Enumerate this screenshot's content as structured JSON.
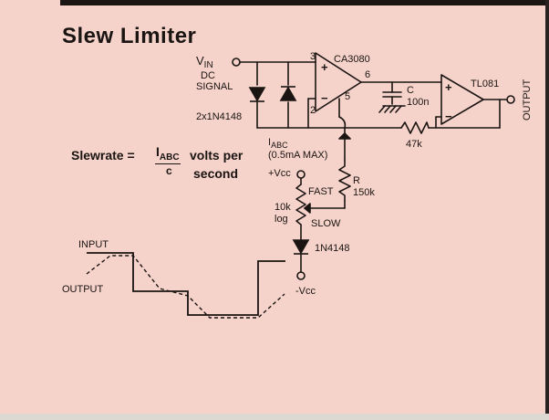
{
  "title": "Slew Limiter",
  "formula": {
    "lhs": "Slewrate =",
    "numerator": "I",
    "numerator_sub": "ABC",
    "denominator": "c",
    "units_line1": "volts per",
    "units_line2": "second"
  },
  "labels": {
    "vin_v": "V",
    "vin_sub": "IN",
    "vin_dc": "DC",
    "vin_signal": "SIGNAL",
    "diodes": "2x1N4148",
    "opamp1": "CA3080",
    "pin3": "3",
    "pin2": "2",
    "pin5": "5",
    "pin6": "6",
    "cap_name": "C",
    "cap_value": "100n",
    "opamp2": "TL081",
    "output": "OUTPUT",
    "resistor_value": "47k",
    "iabc_i": "I",
    "iabc_sub": "ABC",
    "iabc_max": "(0.5mA MAX)",
    "vcc_pos": "+Vcc",
    "fast": "FAST",
    "r_name": "R",
    "r_value": "150k",
    "pot_value": "10k",
    "pot_log": "log",
    "slow": "SLOW",
    "diode_bottom": "1N4148",
    "vcc_neg": "-Vcc",
    "plus": "+",
    "minus": "−"
  },
  "waveform": {
    "input_label": "INPUT",
    "output_label": "OUTPUT"
  },
  "colors": {
    "paper": "#f5d3ca",
    "ink": "#1a1412"
  }
}
